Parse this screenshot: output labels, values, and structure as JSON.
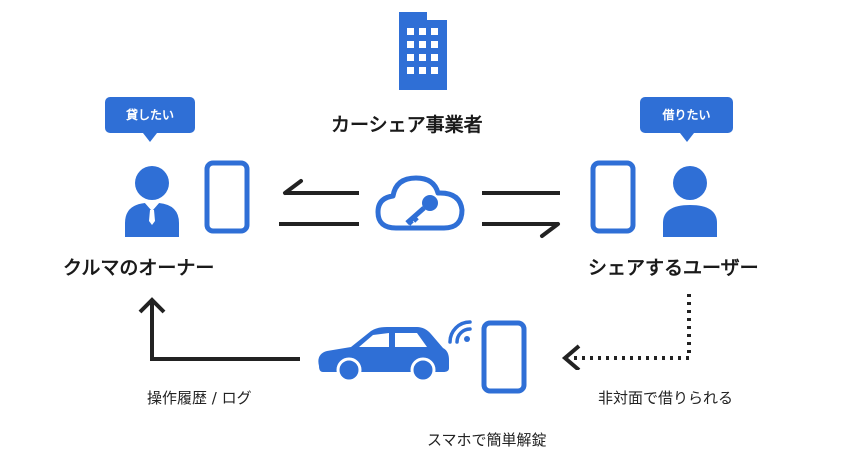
{
  "operator": {
    "label": "カーシェア事業者",
    "icon": "building-icon"
  },
  "owner": {
    "label": "クルマのオーナー",
    "bubble": "貸したい",
    "icon": "businessman-icon"
  },
  "user": {
    "label": "シェアするユーザー",
    "bubble": "借りたい",
    "icon": "user-icon"
  },
  "cloud": {
    "icon": "cloud-key-icon"
  },
  "flows": {
    "history": "操作履歴 / ログ",
    "unlock": "スマホで簡単解錠",
    "contactless": "非対面で借りられる"
  },
  "colors": {
    "accent": "#2f6fd6",
    "text": "#1a1a1a",
    "arrow": "#222222"
  }
}
